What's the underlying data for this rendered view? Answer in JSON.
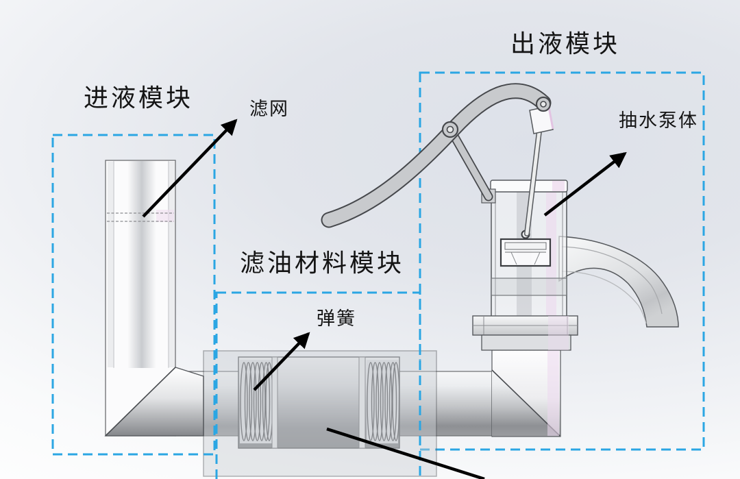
{
  "diagram": {
    "type": "annotated-cad-diagram",
    "subject": "hand pump oil filtering device",
    "modules": [
      {
        "id": "inlet-module",
        "label": "进液模块"
      },
      {
        "id": "filter-material-module",
        "label": "滤油材料模块"
      },
      {
        "id": "outlet-module",
        "label": "出液模块"
      }
    ],
    "parts": [
      {
        "id": "filter-mesh",
        "label": "滤网"
      },
      {
        "id": "spring",
        "label": "弹簧"
      },
      {
        "id": "pump-body",
        "label": "抽水泵体"
      }
    ],
    "colors": {
      "dashed_box": "#2BA6E3",
      "label_text": "#141414",
      "arrow": "#000000",
      "model_gray": "#c9cacc",
      "model_pink_accent": "#ecd9ee"
    }
  }
}
